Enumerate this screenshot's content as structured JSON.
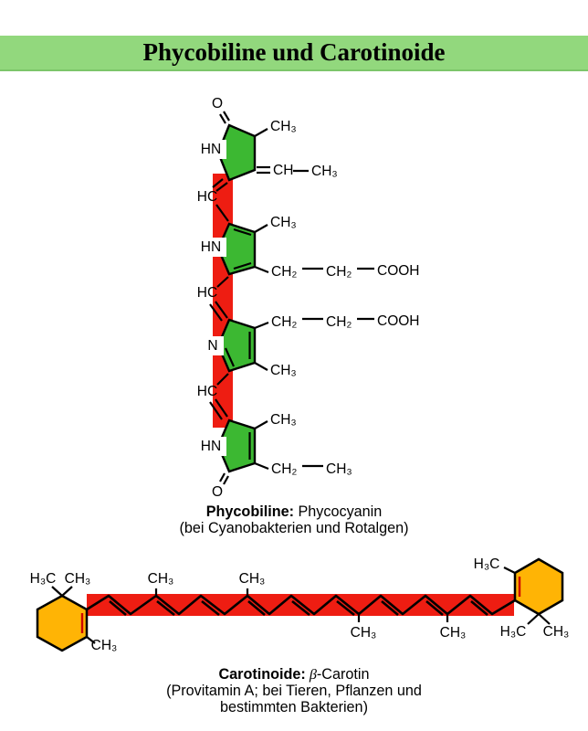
{
  "title": "Phycobiline und Carotinoide",
  "colors": {
    "banner_green": "#92d87d",
    "ring_green": "#3cb832",
    "highlight_red": "#ee1d12",
    "carotene_orange": "#ffb405",
    "double_bond_red": "#cc0000",
    "ink": "#000000"
  },
  "phycocyanin": {
    "atoms": {
      "oxygen": "O",
      "imino": "HN",
      "aza": "N",
      "methine": "HC",
      "methyl": "CH₃",
      "methylene": "CH₂",
      "vinyl_ch": "CH",
      "carboxyl": "COOH"
    },
    "caption": {
      "bold": "Phycobiline:",
      "rest": " Phycocyanin",
      "line2": "(bei Cyanobakterien und Rotalgen)"
    }
  },
  "beta_carotene": {
    "atoms": {
      "methyl": "CH₃",
      "methyl_rev": "H₃C"
    },
    "caption": {
      "bold": "Carotinoide:",
      "beta": " β",
      "rest": "-Carotin",
      "line2": "(Provitamin A; bei Tieren, Pflanzen und",
      "line3": "bestimmten Bakterien)"
    }
  }
}
